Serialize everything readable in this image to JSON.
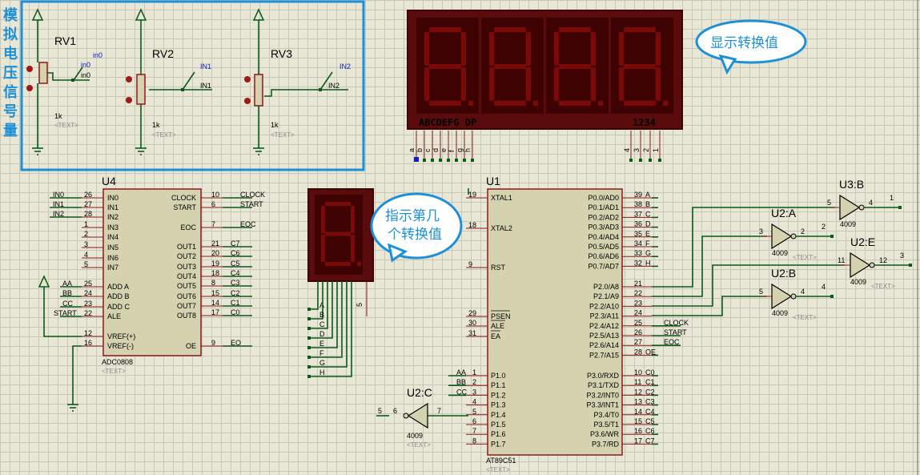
{
  "sidebar_label": [
    "模",
    "拟",
    "电",
    "压",
    "信",
    "号",
    "量"
  ],
  "callouts": {
    "display_values": "显示转换值",
    "indicator": [
      "指示第几",
      "个转换值"
    ]
  },
  "pots": [
    {
      "ref": "RV1",
      "value": "1k",
      "text": "<TEXT>",
      "net": "in0",
      "net_label": "in0"
    },
    {
      "ref": "RV2",
      "value": "1k",
      "text": "<TEXT>",
      "net": "IN1",
      "net_label": "IN1"
    },
    {
      "ref": "RV3",
      "value": "1k",
      "text": "<TEXT>",
      "net": "IN2",
      "net_label": "IN2"
    }
  ],
  "display": {
    "segments_label": "ABCDEFG  DP",
    "digits_label": "1234",
    "seg_pins": [
      "a",
      "b",
      "c",
      "d",
      "e",
      "f",
      "g",
      "h"
    ],
    "dig_pins": [
      "4",
      "3",
      "2",
      "1"
    ]
  },
  "indicator_pins": [
    "A",
    "B",
    "C",
    "D",
    "E",
    "F",
    "G",
    "H"
  ],
  "adc": {
    "ref": "U4",
    "part": "ADC0808",
    "text": "<TEXT>",
    "left_pins": [
      {
        "net": "IN0",
        "num": "26",
        "name": "IN0"
      },
      {
        "net": "IN1",
        "num": "27",
        "name": "IN1"
      },
      {
        "net": "IN2",
        "num": "28",
        "name": "IN2"
      },
      {
        "net": "",
        "num": "1",
        "name": "IN3"
      },
      {
        "net": "",
        "num": "2",
        "name": "IN4"
      },
      {
        "net": "",
        "num": "3",
        "name": "IN5"
      },
      {
        "net": "",
        "num": "4",
        "name": "IN6"
      },
      {
        "net": "",
        "num": "5",
        "name": "IN7"
      },
      {
        "net": "AA",
        "num": "25",
        "name": "ADD A"
      },
      {
        "net": "BB",
        "num": "24",
        "name": "ADD B"
      },
      {
        "net": "CC",
        "num": "23",
        "name": "ADD C"
      },
      {
        "net": "START",
        "num": "22",
        "name": "ALE"
      },
      {
        "net": "",
        "num": "12",
        "name": "VREF(+)"
      },
      {
        "net": "",
        "num": "16",
        "name": "VREF(-)"
      }
    ],
    "right_pins": [
      {
        "name": "CLOCK",
        "num": "10",
        "net": "CLOCK"
      },
      {
        "name": "START",
        "num": "6",
        "net": "START"
      },
      {
        "name": "EOC",
        "num": "7",
        "net": "EOC"
      },
      {
        "name": "OUT1",
        "num": "21",
        "net": "C7"
      },
      {
        "name": "OUT2",
        "num": "20",
        "net": "C6"
      },
      {
        "name": "OUT3",
        "num": "19",
        "net": "C5"
      },
      {
        "name": "OUT4",
        "num": "18",
        "net": "C4"
      },
      {
        "name": "OUT5",
        "num": "8",
        "net": "C3"
      },
      {
        "name": "OUT6",
        "num": "15",
        "net": "C2"
      },
      {
        "name": "OUT7",
        "num": "14",
        "net": "C1"
      },
      {
        "name": "OUT8",
        "num": "17",
        "net": "C0"
      },
      {
        "name": "OE",
        "num": "9",
        "net": "EO"
      }
    ]
  },
  "mcu": {
    "ref": "U1",
    "part": "AT89C51",
    "text": "<TEXT>",
    "left_top": [
      {
        "num": "19",
        "name": "XTAL1"
      },
      {
        "num": "18",
        "name": "XTAL2"
      },
      {
        "num": "9",
        "name": "RST"
      },
      {
        "num": "29",
        "name": "PSEN"
      },
      {
        "num": "30",
        "name": "ALE"
      },
      {
        "num": "31",
        "name": "EA"
      }
    ],
    "left_p1": [
      {
        "net": "AA",
        "num": "1",
        "name": "P1.0"
      },
      {
        "net": "BB",
        "num": "2",
        "name": "P1.1"
      },
      {
        "net": "CC",
        "num": "3",
        "name": "P1.2"
      },
      {
        "net": "",
        "num": "4",
        "name": "P1.3"
      },
      {
        "net": "",
        "num": "5",
        "name": "P1.4"
      },
      {
        "net": "",
        "num": "6",
        "name": "P1.5"
      },
      {
        "net": "",
        "num": "7",
        "name": "P1.6"
      },
      {
        "net": "",
        "num": "8",
        "name": "P1.7"
      }
    ],
    "right_p0": [
      {
        "name": "P0.0/AD0",
        "num": "39",
        "net": "A"
      },
      {
        "name": "P0.1/AD1",
        "num": "38",
        "net": "B"
      },
      {
        "name": "P0.2/AD2",
        "num": "37",
        "net": "C"
      },
      {
        "name": "P0.3/AD3",
        "num": "36",
        "net": "D"
      },
      {
        "name": "P0.4/AD4",
        "num": "35",
        "net": "E"
      },
      {
        "name": "P0.5/AD5",
        "num": "34",
        "net": "F"
      },
      {
        "name": "P0.6/AD6",
        "num": "33",
        "net": "G"
      },
      {
        "name": "P0.7/AD7",
        "num": "32",
        "net": "H"
      }
    ],
    "right_p2": [
      {
        "name": "P2.0/A8",
        "num": "21",
        "net": ""
      },
      {
        "name": "P2.1/A9",
        "num": "22",
        "net": ""
      },
      {
        "name": "P2.2/A10",
        "num": "23",
        "net": ""
      },
      {
        "name": "P2.3/A11",
        "num": "24",
        "net": ""
      },
      {
        "name": "P2.4/A12",
        "num": "25",
        "net": "CLOCK"
      },
      {
        "name": "P2.5/A13",
        "num": "26",
        "net": "START"
      },
      {
        "name": "P2.6/A14",
        "num": "27",
        "net": "EOC"
      },
      {
        "name": "P2.7/A15",
        "num": "28",
        "net": "OE"
      }
    ],
    "right_p3": [
      {
        "name": "P3.0/RXD",
        "num": "10",
        "net": "C0"
      },
      {
        "name": "P3.1/TXD",
        "num": "11",
        "net": "C1"
      },
      {
        "name": "P3.2/INT0",
        "num": "12",
        "net": "C2"
      },
      {
        "name": "P3.3/INT1",
        "num": "13",
        "net": "C3"
      },
      {
        "name": "P3.4/T0",
        "num": "14",
        "net": "C4"
      },
      {
        "name": "P3.5/T1",
        "num": "15",
        "net": "C5"
      },
      {
        "name": "P3.6/WR",
        "num": "16",
        "net": "C6"
      },
      {
        "name": "P3.7/RD",
        "num": "17",
        "net": "C7"
      }
    ]
  },
  "gates": [
    {
      "ref": "U3:B",
      "part": "4009",
      "in_pin": "5",
      "out_pin": "4",
      "out_net": "1"
    },
    {
      "ref": "U2:A",
      "part": "4009",
      "text": "<TEXT>",
      "in_pin": "3",
      "out_pin": "2",
      "out_net": "2"
    },
    {
      "ref": "U2:E",
      "part": "4009",
      "text": "<TEXT>",
      "in_pin": "11",
      "out_pin": "12",
      "out_net": "3"
    },
    {
      "ref": "U2:B",
      "part": "4009",
      "text": "<TEXT>",
      "in_pin": "5",
      "out_pin": "4",
      "out_net": "4"
    },
    {
      "ref": "U2:C",
      "part": "4009",
      "text": "<TEXT>",
      "in_pin": "7",
      "out_pin": "6",
      "out_net": "5"
    }
  ]
}
